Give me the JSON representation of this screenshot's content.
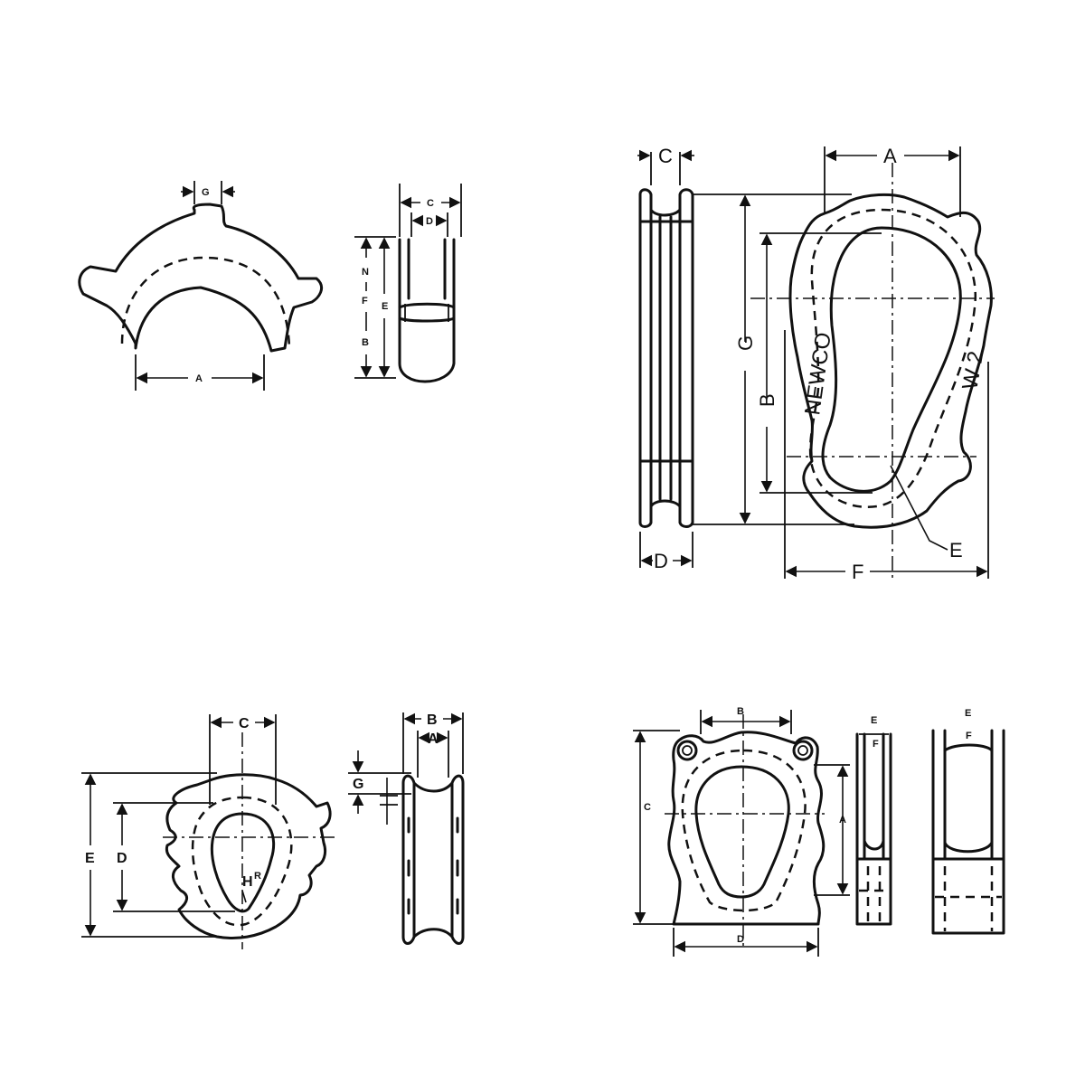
{
  "drawings": [
    {
      "id": "thimble-half-socket",
      "labels": {
        "A": "A",
        "B": "B",
        "C": "C",
        "D": "D",
        "E": "E",
        "F": "F",
        "G": "G",
        "N": "N"
      }
    },
    {
      "id": "thimble-newco-w2",
      "labels": {
        "A": "A",
        "B": "B",
        "C": "C",
        "D": "D",
        "E": "E",
        "F": "F",
        "G": "G"
      },
      "markings": {
        "brand": "NEWCO",
        "model": "W 2"
      }
    },
    {
      "id": "thimble-solid-notched",
      "labels": {
        "A": "A",
        "B": "B",
        "C": "C",
        "D": "D",
        "E": "E",
        "G": "G",
        "H": "H",
        "R": "R"
      }
    },
    {
      "id": "thimble-welded-lugs",
      "labels": {
        "A": "A",
        "B": "B",
        "C": "C",
        "D": "D",
        "E": "E",
        "F": "F",
        "E2": "E",
        "F2": "F"
      }
    }
  ]
}
